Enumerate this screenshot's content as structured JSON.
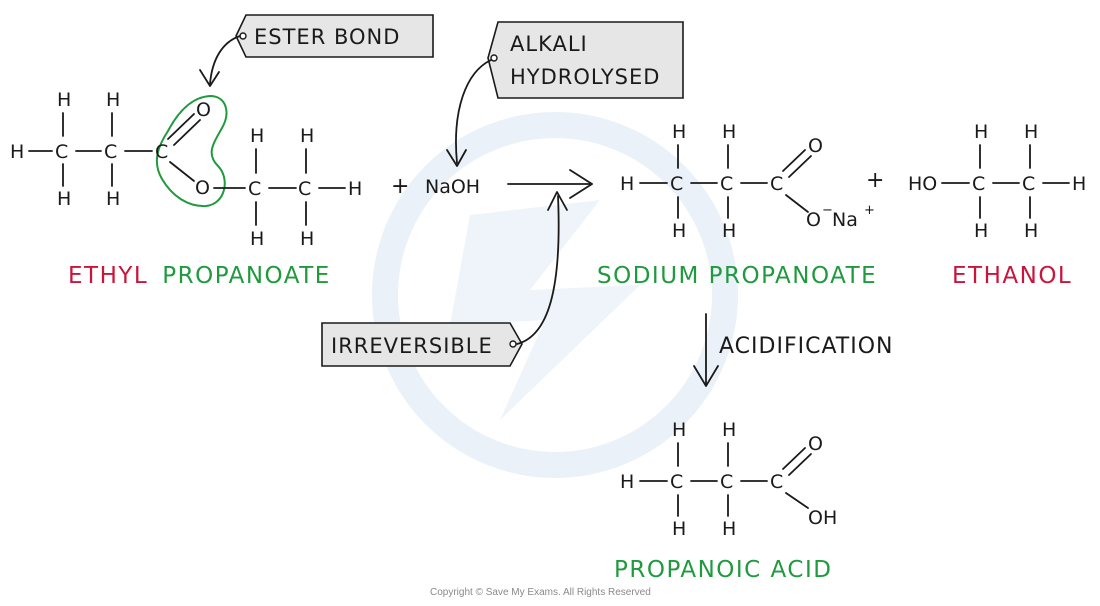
{
  "colors": {
    "green": "#1f9a3e",
    "red": "#c8153c",
    "ink": "#1a1a1a",
    "tag_fill": "#e6e6e6",
    "watermark": "#e8f0f7"
  },
  "atoms": {
    "H": "H",
    "C": "C",
    "O": "O",
    "HO": "HO",
    "OH": "OH",
    "Na": "Na",
    "plus_sign": "+",
    "minus_sign": "−"
  },
  "reagent": "NaOH",
  "names": {
    "ethyl": "ETHYL",
    "propanoate": "PROPANOATE",
    "sodium_propanoate": "SODIUM PROPANOATE",
    "ethanol": "ETHANOL",
    "propanoic_acid": "PROPANOIC ACID"
  },
  "tags": {
    "ester_bond": "ESTER BOND",
    "alkali_line1": "ALKALI",
    "alkali_line2": "HYDROLYSED",
    "irreversible": "IRREVERSIBLE"
  },
  "process": {
    "acidification": "ACIDIFICATION"
  },
  "icons": {
    "watermark": "save-my-exams-logo-watermark",
    "forward_arrow": "right-arrow-icon",
    "down_arrow": "down-arrow-icon"
  },
  "copyright": "Copyright © Save My Exams. All Rights Reserved"
}
